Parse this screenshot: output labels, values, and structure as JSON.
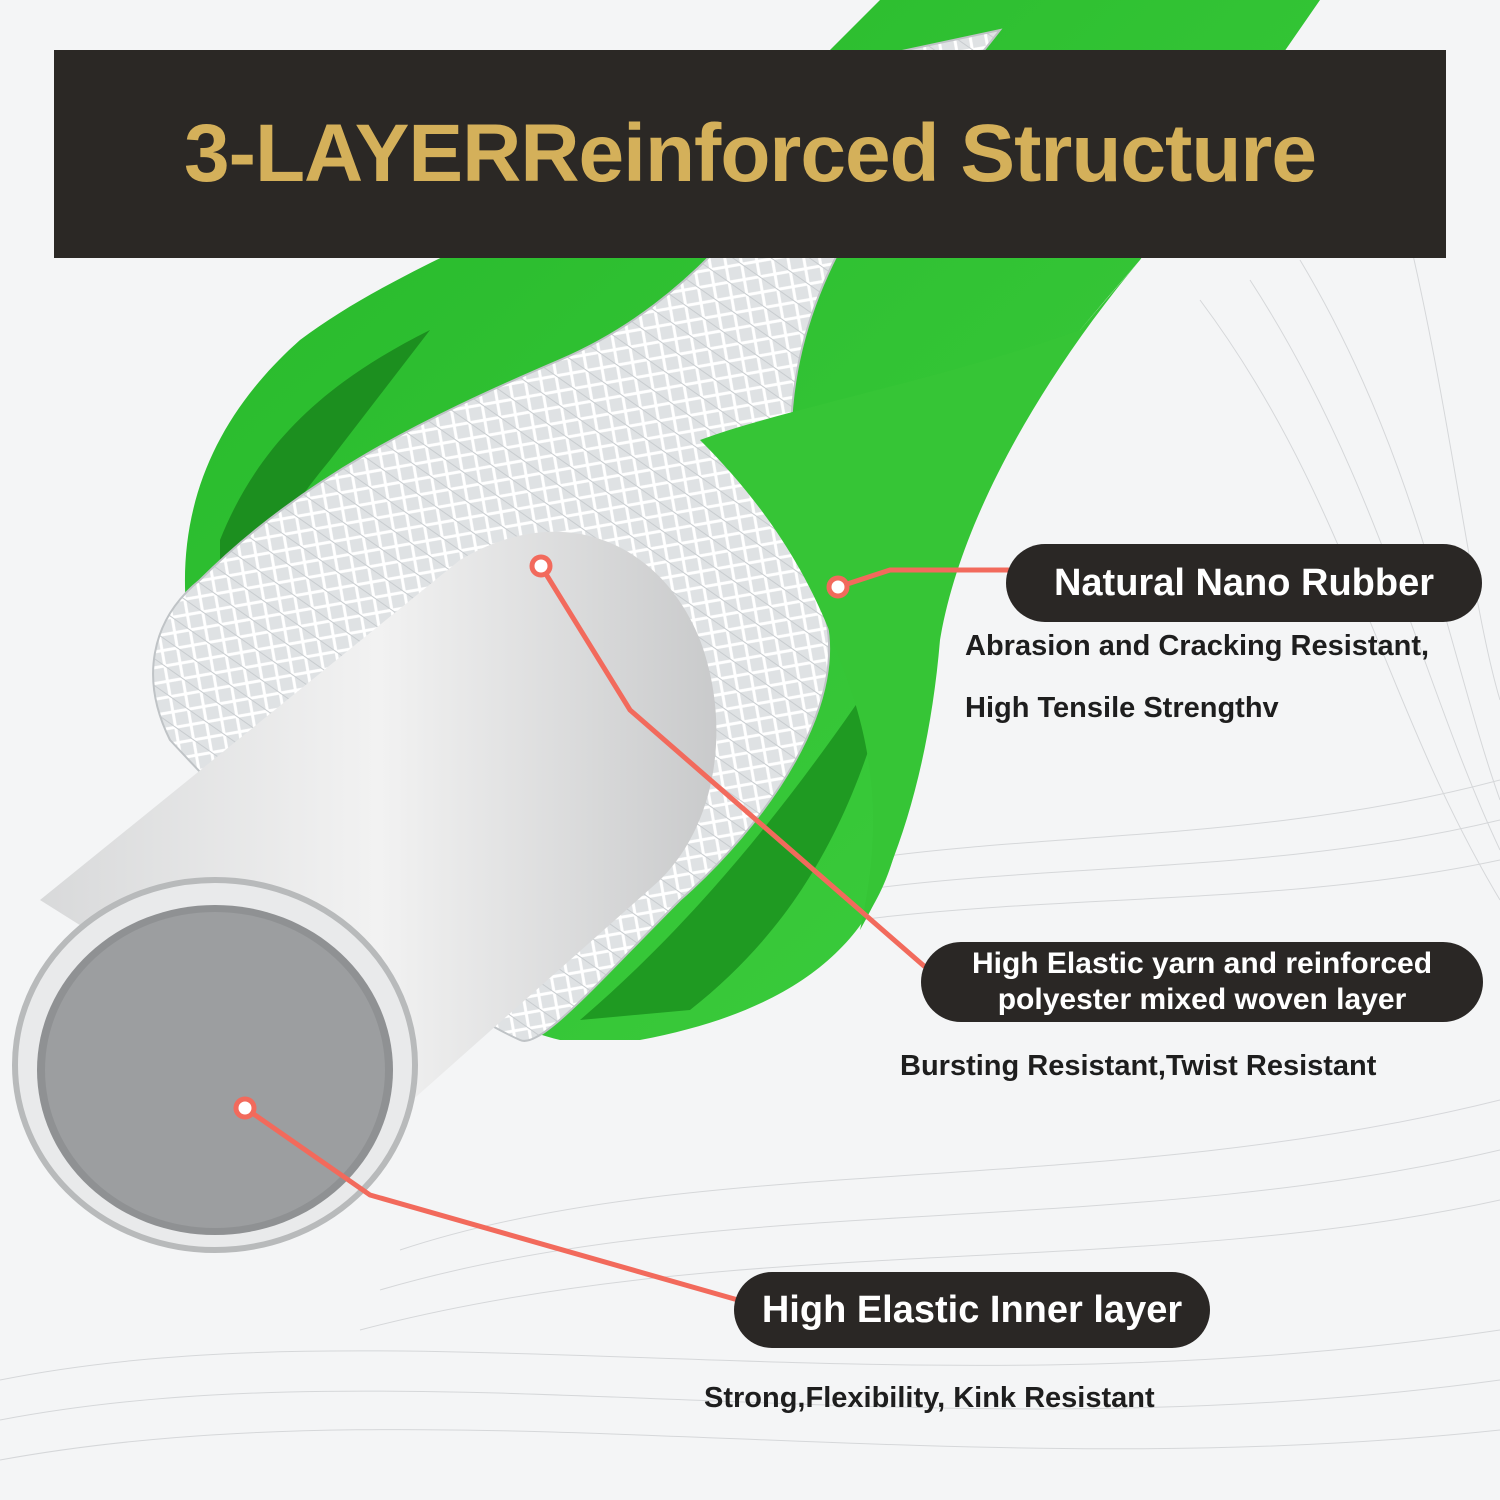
{
  "header": {
    "title": "3-LAYERReinforced Structure"
  },
  "layers": [
    {
      "label": "Natural Nano Rubber",
      "features": [
        "Abrasion and Cracking Resistant,",
        "High Tensile Strengthv"
      ]
    },
    {
      "label_line1": "High Elastic yarn and reinforced",
      "label_line2": "polyester mixed woven layer",
      "features": [
        "Bursting Resistant,Twist Resistant"
      ]
    },
    {
      "label": "High Elastic  Inner layer",
      "features": [
        "Strong,Flexibility, Kink Resistant"
      ]
    }
  ],
  "colors": {
    "banner_bg": "#2b2825",
    "title_gold": "#d4b05a",
    "rubber_green": "#2fc02f",
    "callout_red": "#f26a5c",
    "pill_bg": "#2a2725"
  },
  "icons": [
    "hose-cross-section-illustration",
    "callout-dot-icon"
  ]
}
